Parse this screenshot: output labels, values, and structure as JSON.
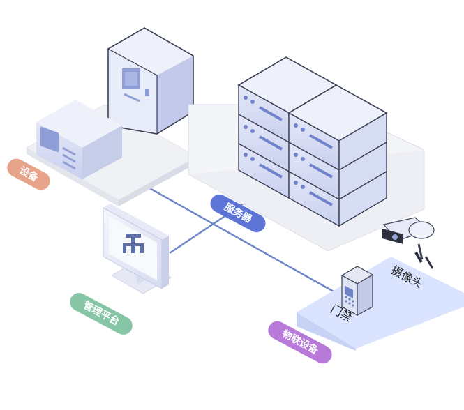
{
  "labels": {
    "device": "设备",
    "server": "服务器",
    "management": "管理平台",
    "iot_device": "物联设备",
    "camera": "摄像头",
    "access_control": "门禁"
  },
  "colors": {
    "device": "#e7a48a",
    "server": "#5b74d6",
    "management": "#86c6a6",
    "iot_device": "#b87ad8",
    "line": "#6d86c8",
    "platform": "#dbe4ff"
  }
}
